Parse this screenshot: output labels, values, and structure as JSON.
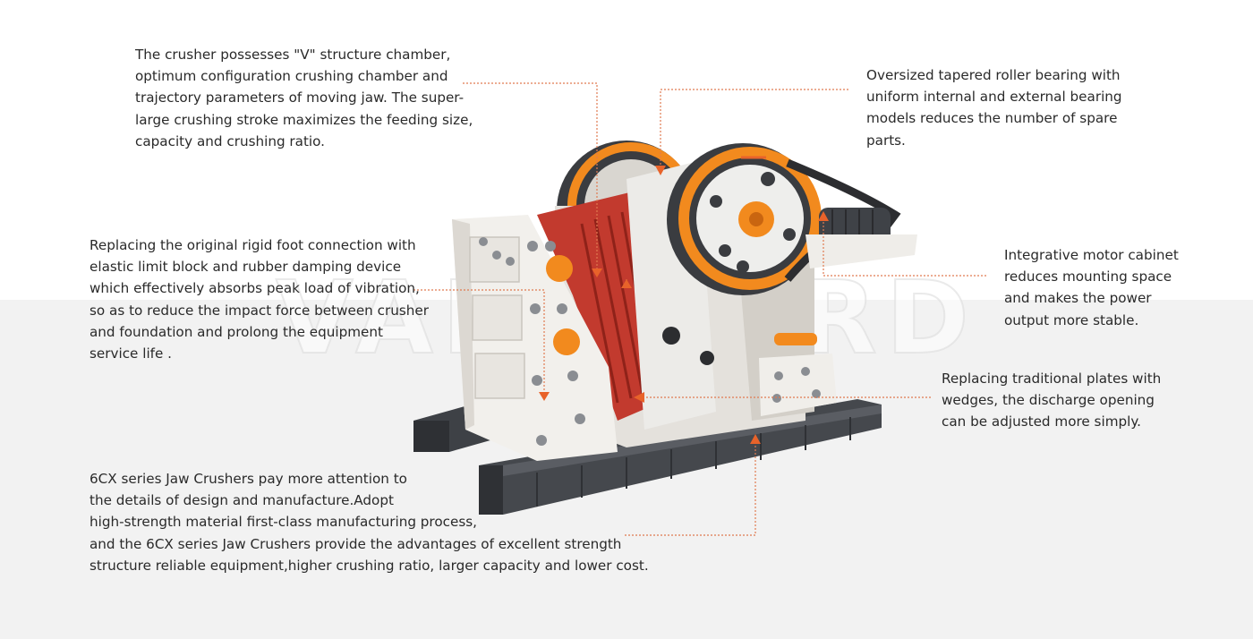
{
  "watermark": "VANGUARD",
  "callouts": {
    "chamber": [
      "The crusher possesses \"V\" structure chamber,",
      "optimum configuration crushing chamber and",
      "trajectory parameters of moving jaw. The super-",
      "large crushing stroke maximizes the feeding size,",
      "capacity and crushing ratio."
    ],
    "bearing": [
      "Oversized tapered roller bearing with",
      "uniform internal and external bearing",
      "models reduces the number of spare",
      "parts."
    ],
    "foot": [
      "Replacing the original rigid foot connection with",
      "elastic limit block and rubber damping device",
      "which effectively absorbs peak load of vibration,",
      "so as to reduce the impact force between crusher",
      "and foundation and prolong the equipment",
      "service life ."
    ],
    "motor": [
      "Integrative motor cabinet",
      "reduces mounting space",
      "and makes the power",
      "output more stable."
    ],
    "wedges": [
      "Replacing traditional plates with",
      "wedges, the discharge opening",
      "can be adjusted more simply."
    ],
    "series": [
      "6CX series Jaw Crushers pay more attention to",
      "the details of design and manufacture.Adopt",
      "high-strength material first-class manufacturing process,",
      "and the 6CX series Jaw Crushers provide the advantages of excellent strength",
      "structure reliable equipment,higher crushing ratio, larger capacity and lower cost."
    ]
  },
  "colors": {
    "accent": "#e8632a",
    "leader": "#e07a50",
    "frame": "#f0eeea",
    "jaw_red": "#c23a2e",
    "wheel_orange": "#f28a1e",
    "steel_dark": "#4a4d52"
  }
}
